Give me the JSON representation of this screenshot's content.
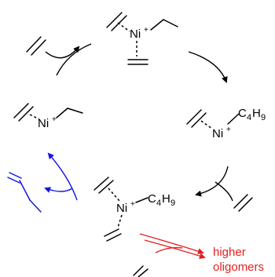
{
  "colors": {
    "black": "#000000",
    "blue": "#1515e6",
    "red": "#e61e1e"
  },
  "labels": {
    "metal": "Ni",
    "charge": "+",
    "butyl_C": "C",
    "butyl_C_sub": "4",
    "butyl_H": "H",
    "butyl_H_sub": "9",
    "product_line1": "higher",
    "product_line2": "oligomers"
  }
}
